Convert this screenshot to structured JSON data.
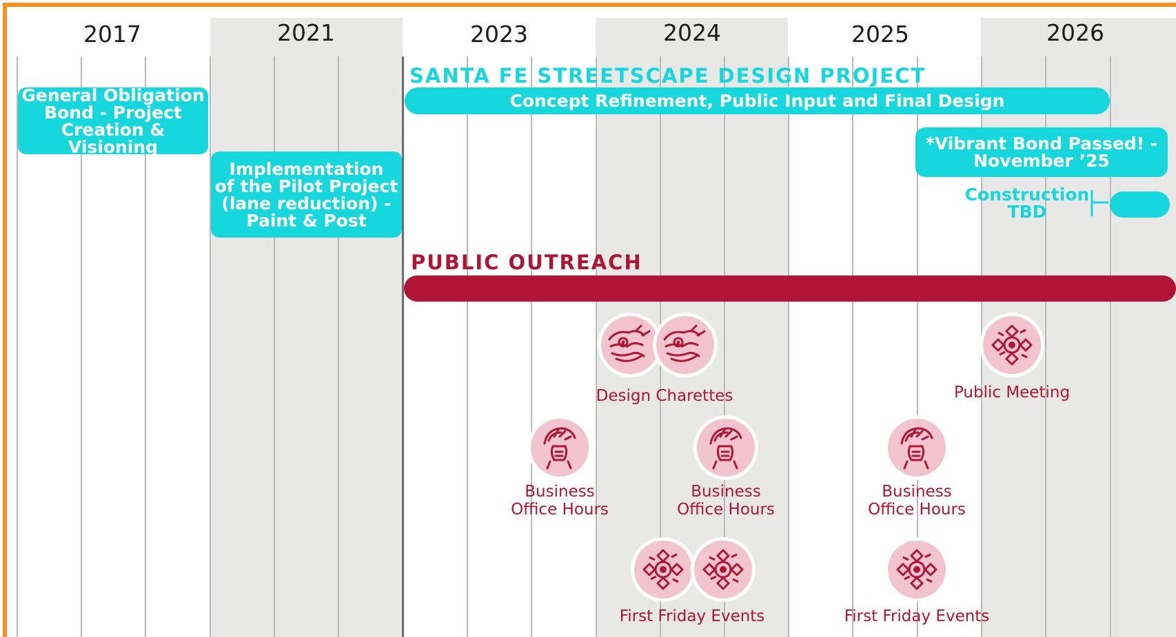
{
  "years": [
    "2017",
    "2021",
    "2023",
    "2024",
    "2025",
    "2026"
  ],
  "milestones": {
    "go_bond": "General Obligation\nBond - Project\nCreation & Visioning",
    "pilot": "Implementation\nof the Pilot Project\n(lane reduction) -\nPaint & Post",
    "concept": "Concept Refinement, Public Input and Final Design",
    "vibrant_bond": "*Vibrant Bond Passed! -\nNovember ’25",
    "construction": "Construction\nTBD"
  },
  "headings": {
    "project": "SANTA FE STREETSCAPE DESIGN PROJECT",
    "outreach": "PUBLIC OUTREACH"
  },
  "events": {
    "design_charettes": "Design Charettes",
    "public_meeting": "Public Meeting",
    "business_1": "Business\nOffice Hours",
    "business_2": "Business\nOffice Hours",
    "business_3": "Business\nOffice Hours",
    "friday_1": "First Friday Events",
    "friday_2": "First Friday Events"
  },
  "icons": {
    "dragon": "dragon-mask-icon",
    "warrior": "warrior-head-icon",
    "sun": "sun-emblem-icon"
  },
  "colors": {
    "accent_cyan": "#16d8dc",
    "outreach_red": "#b01535",
    "icon_pink": "#f2c4cf",
    "frame_orange": "#f7901e",
    "column_shade": "#e8e8e7"
  }
}
